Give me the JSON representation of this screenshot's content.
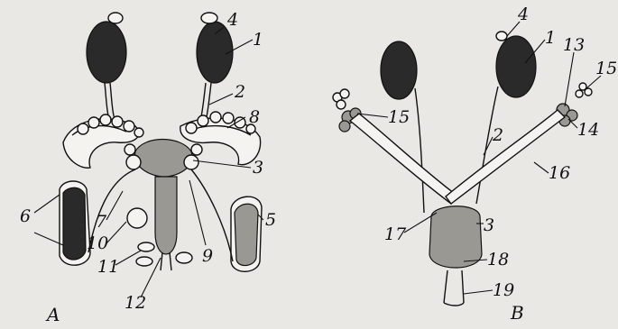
{
  "colors": {
    "background": "#e9e8e4",
    "ink": "#111111",
    "organ_dark": "#2a2a2a",
    "organ_pale": "#f4f3ef"
  },
  "panel_a": {
    "panel_label": "A",
    "labels": [
      "1",
      "2",
      "3",
      "4",
      "5",
      "6",
      "7",
      "8",
      "9",
      "10",
      "11",
      "12"
    ]
  },
  "panel_b": {
    "panel_label": "B",
    "labels": [
      "1",
      "2",
      "3",
      "4",
      "13",
      "14",
      "15",
      "15",
      "16",
      "17",
      "18",
      "19"
    ]
  }
}
